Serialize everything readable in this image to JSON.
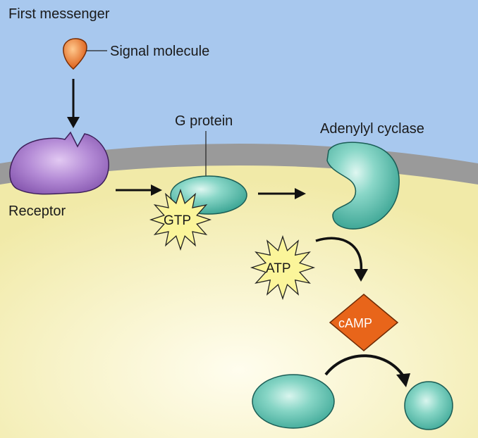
{
  "labels": {
    "first_messenger": "First messenger",
    "signal_molecule": "Signal molecule",
    "g_protein": "G protein",
    "adenylyl_cyclase": "Adenylyl cyclase",
    "receptor": "Receptor",
    "gtp": "GTP",
    "atp": "ATP",
    "camp": "cAMP"
  },
  "colors": {
    "extracellular": "#a8c8ee",
    "membrane": "#9a9a9a",
    "cytoplasm": "#f4efb8",
    "receptor": "#9b6cc0",
    "protein": "#52b6a7",
    "signal_molecule": "#e8711f",
    "burst": "#fbf59a",
    "camp": "#e8651a"
  },
  "icons": {
    "signal_molecule": "teardrop-shape",
    "receptor": "notched-blob-shape",
    "burst": "star-burst-shape",
    "camp": "diamond-shape"
  }
}
